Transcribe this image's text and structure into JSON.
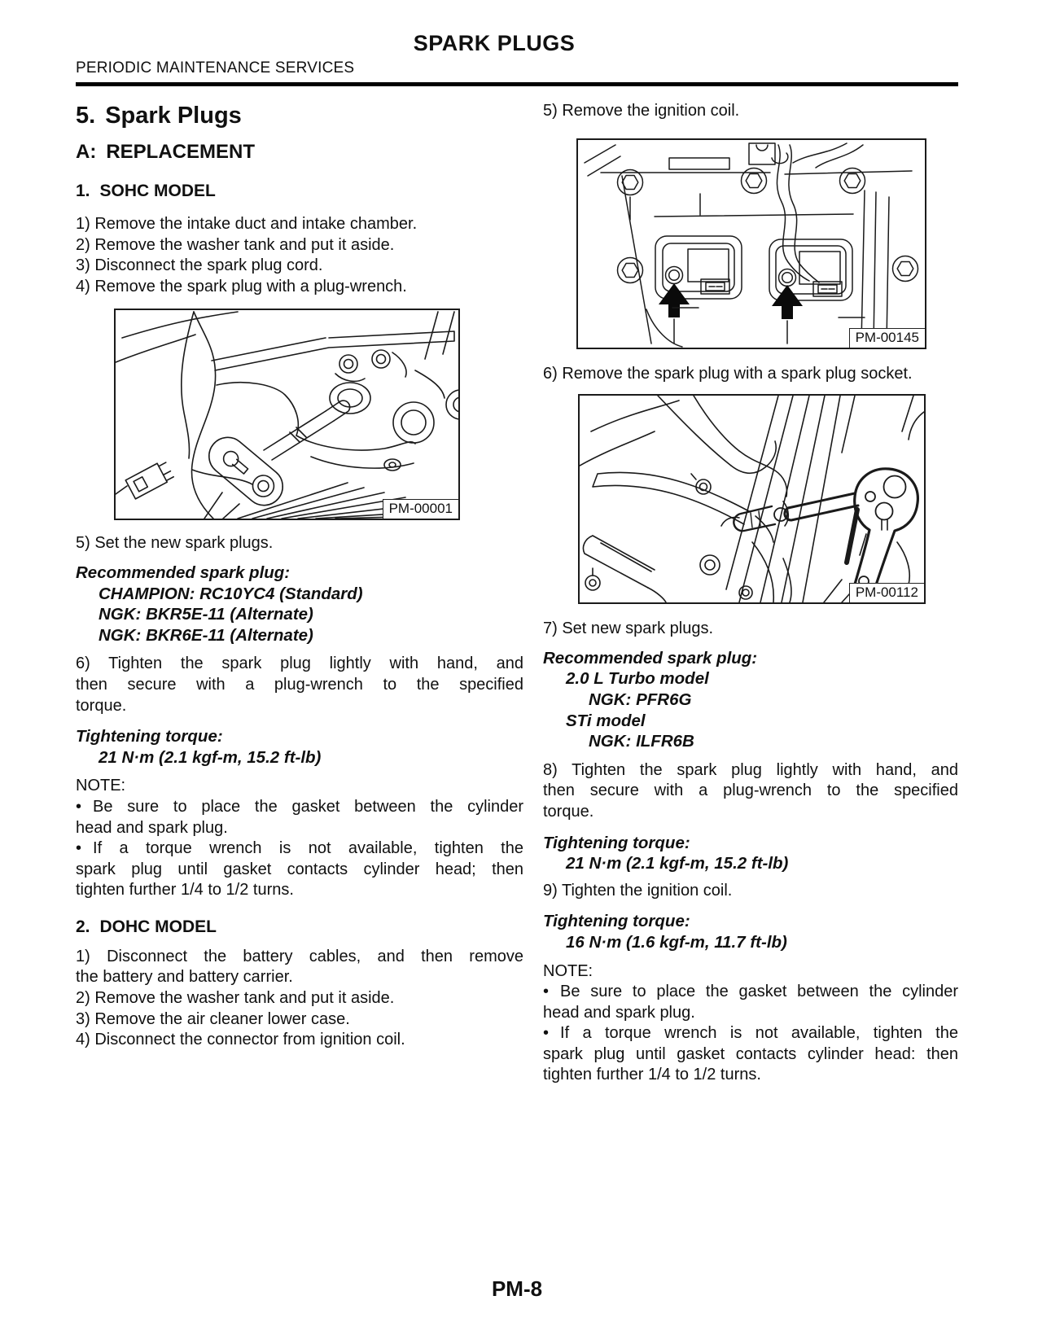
{
  "ui": {
    "bullet": "•"
  },
  "header": {
    "title": "SPARK PLUGS",
    "section": "PERIODIC MAINTENANCE SERVICES"
  },
  "footer": {
    "page": "PM-8"
  },
  "left": {
    "chapter_num": "5.",
    "chapter_text": "Spark Plugs",
    "sub_num": "A:",
    "sub_text": "REPLACEMENT",
    "sohc_num": "1.",
    "sohc_text": "SOHC MODEL",
    "sohc_steps": [
      "1) Remove the intake duct and intake chamber.",
      "2) Remove the washer tank and put it aside.",
      "3) Disconnect the spark plug cord.",
      "4) Remove the spark plug with a plug-wrench."
    ],
    "figure_label": "PM-00001",
    "step5": "5) Set the new spark plugs.",
    "rec_title": "Recommended spark plug:",
    "rec_lines": [
      "CHAMPION: RC10YC4 (Standard)",
      "NGK: BKR5E-11 (Alternate)",
      "NGK: BKR6E-11 (Alternate)"
    ],
    "step6_lines": [
      "6) Tighten the spark plug lightly with hand, and",
      "then secure with a plug-wrench to the specified",
      "torque."
    ],
    "torque_title": "Tightening torque:",
    "torque_value": "21 N·m (2.1 kgf-m, 15.2 ft-lb)",
    "note_label": "NOTE:",
    "note1_lines": [
      "Be sure to place the gasket between the cylinder",
      "head and spark plug."
    ],
    "note2_lines": [
      "If a torque wrench is not available, tighten the",
      "spark plug until gasket contacts cylinder head; then",
      "tighten further 1/4 to 1/2 turns."
    ],
    "dohc_num": "2.",
    "dohc_text": "DOHC MODEL",
    "dohc_step1_lines": [
      "1) Disconnect the battery cables, and then remove",
      "the battery and battery carrier."
    ],
    "dohc_steps": [
      "2) Remove the washer tank and put it aside.",
      "3) Remove the air cleaner lower case.",
      "4) Disconnect the connector from ignition coil."
    ]
  },
  "right": {
    "step5": "5) Remove the ignition coil.",
    "fig_coil_label": "PM-00145",
    "step6": "6) Remove the spark plug with a spark plug socket.",
    "fig_socket_label": "PM-00112",
    "step7": "7) Set new spark plugs.",
    "rec_title": "Recommended spark plug:",
    "rec_model1": "2.0 L Turbo model",
    "rec_plug1": "NGK: PFR6G",
    "rec_model2": "STi model",
    "rec_plug2": "NGK: ILFR6B",
    "step8_lines": [
      "8) Tighten the spark plug lightly with hand, and",
      "then secure with a plug-wrench to the specified",
      "torque."
    ],
    "torque1_title": "Tightening torque:",
    "torque1_value": "21 N·m (2.1 kgf-m, 15.2 ft-lb)",
    "step9": "9) Tighten the ignition coil.",
    "torque2_title": "Tightening torque:",
    "torque2_value": "16 N·m (1.6 kgf-m, 11.7 ft-lb)",
    "note_label": "NOTE:",
    "note1_lines": [
      "Be sure to place the gasket between the cylinder",
      "head and spark plug."
    ],
    "note2_lines": [
      "If a torque wrench is not available, tighten the",
      "spark plug until gasket contacts cylinder head: then",
      "tighten further 1/4 to 1/2 turns."
    ]
  }
}
